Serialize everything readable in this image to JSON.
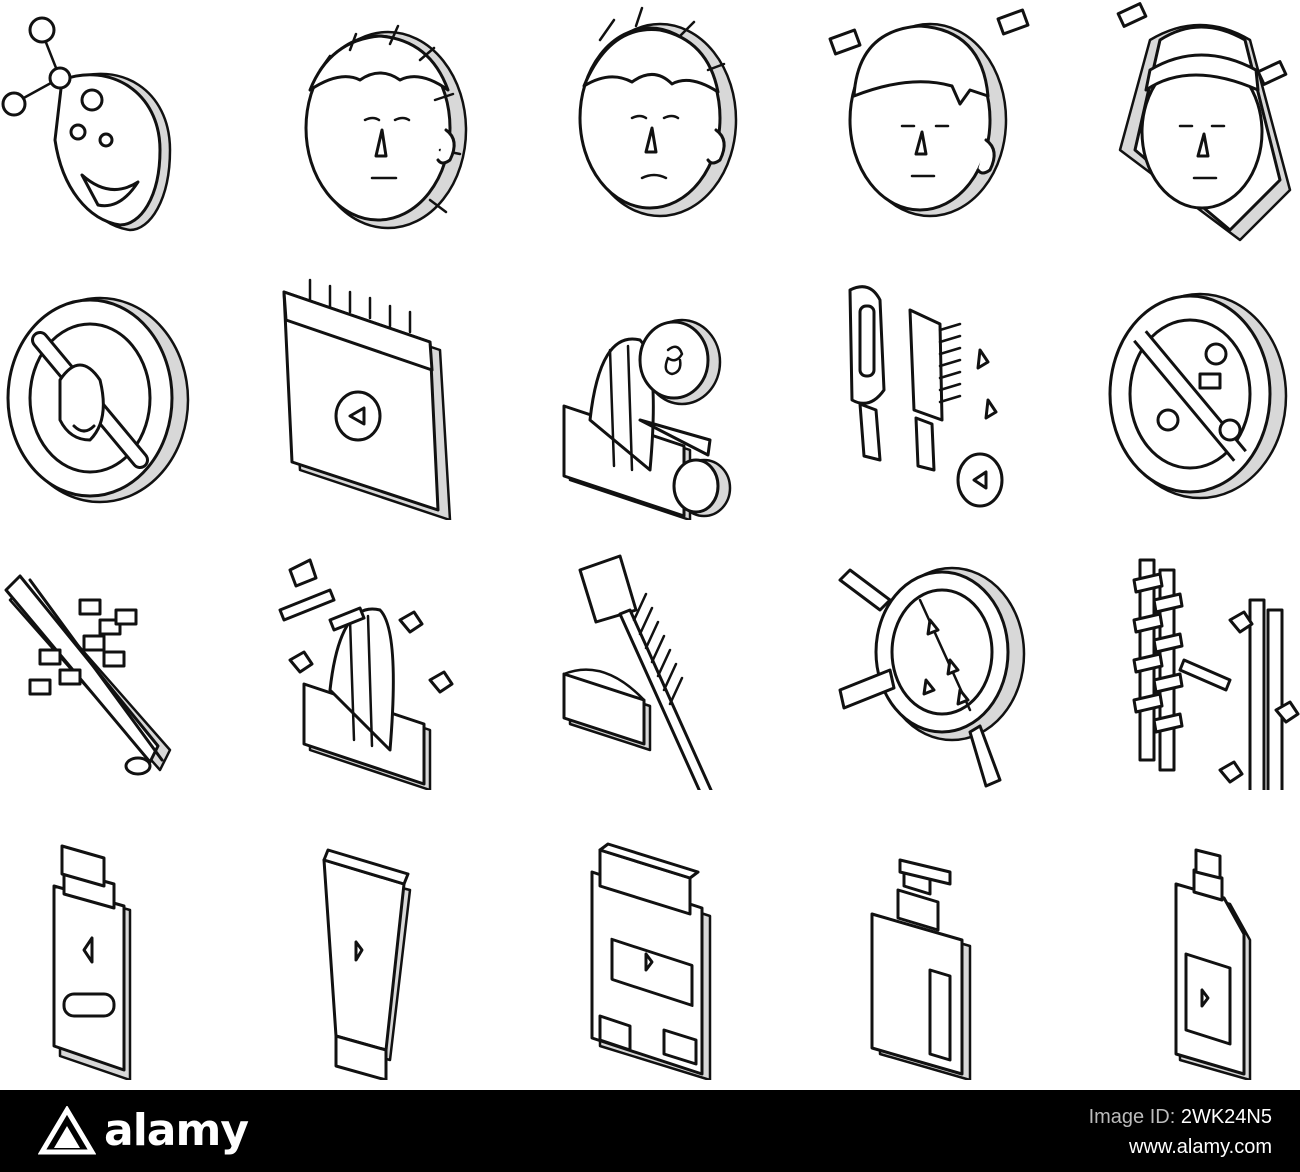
{
  "icons": [
    "flask-mask-icon",
    "curly-hair-man-icon",
    "wavy-hair-man-icon",
    "short-hair-man-icon",
    "bob-hair-woman-icon",
    "no-hair-loss-icon",
    "calendar-icon",
    "hair-diagnosis-icon",
    "hairbrush-comb-icon",
    "no-chemicals-icon",
    "hair-straightener-icon",
    "hair-styling-icon",
    "dye-brush-comb-icon",
    "hair-magnifier-icon",
    "hair-strand-icon",
    "shampoo-bottle-icon",
    "cream-tube-icon",
    "hair-mask-jar-icon",
    "pump-bottle-icon",
    "conditioner-bottle-icon"
  ],
  "footer": {
    "brand": "alamy",
    "meta_label": "Image ID:",
    "image_id": "2WK24N5",
    "site": "www.alamy.com"
  },
  "colors": {
    "line": "#111111",
    "fill": "#ffffff",
    "shade": "#d8d8d8",
    "footer_bg": "#000000"
  }
}
